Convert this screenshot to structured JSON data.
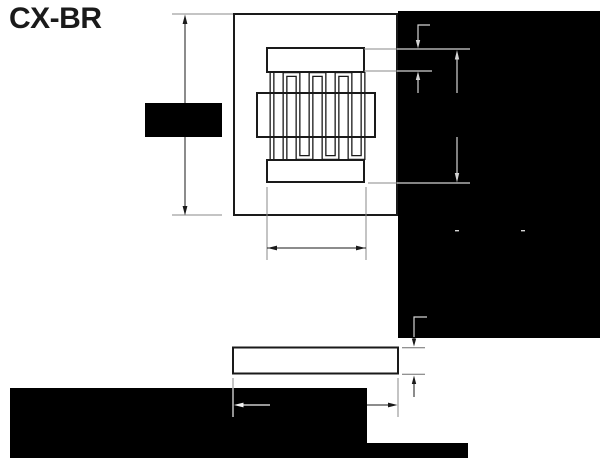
{
  "title": "CX-BR",
  "figure": {
    "kind": "technical-dimension-drawing",
    "plan_view": "square sensor body with interdigitated serpentine grid",
    "side_view": "thin flat bar",
    "dimension_text_visible": false,
    "redactions": [
      "left-height-dimension-label",
      "right-dimension-panel",
      "bottom-width-dimension-label",
      "bottom-right-strip"
    ]
  },
  "colors": {
    "line": "#1a1a1a",
    "ext": "#8a8a8a",
    "overlay": "#d4d4d4",
    "redaction": "#000000",
    "bg": "#ffffff"
  }
}
